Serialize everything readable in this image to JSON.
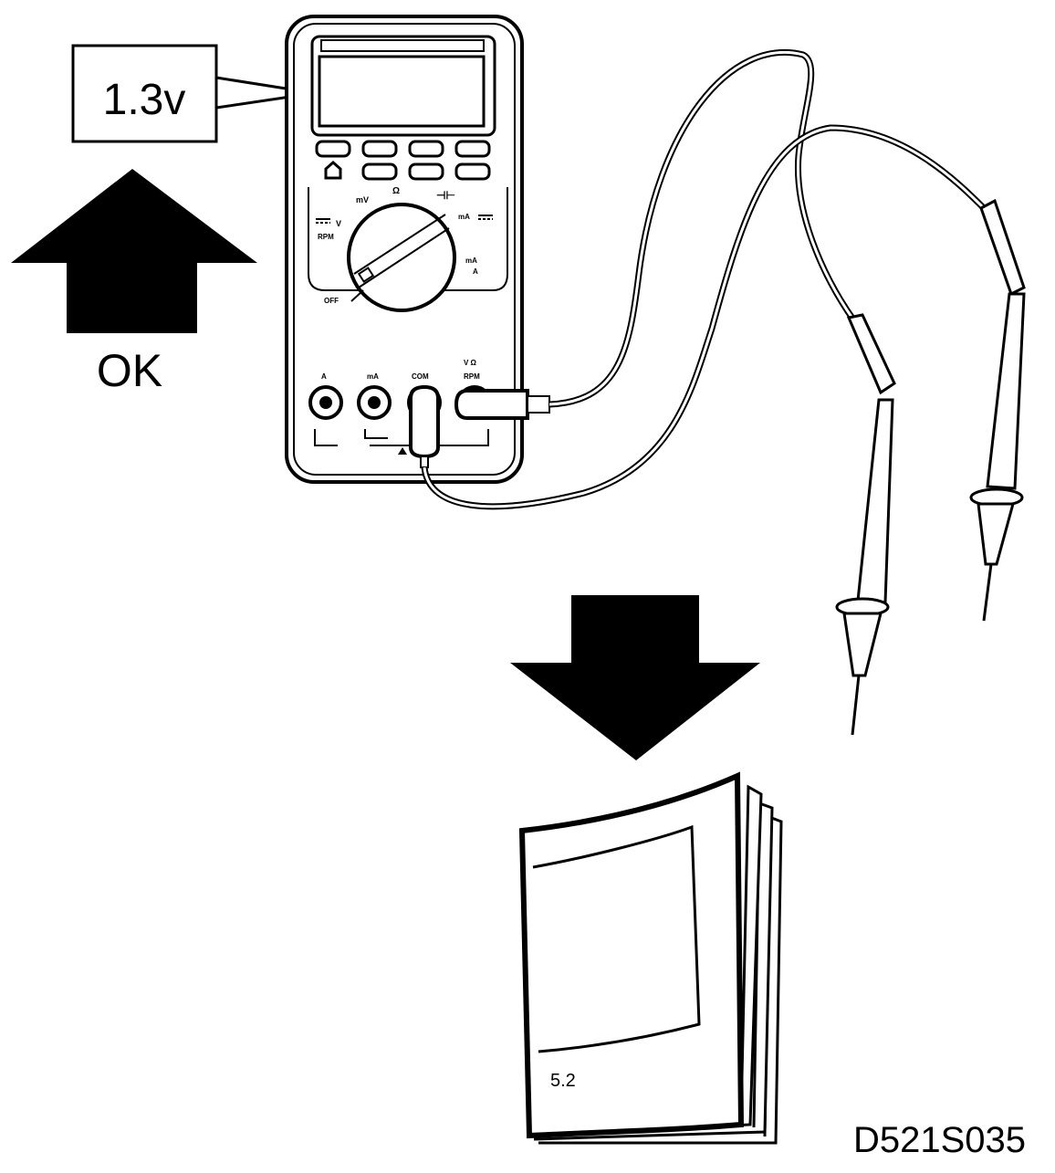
{
  "callout": {
    "reading": "1.3v"
  },
  "ok_label": "OK",
  "meter": {
    "dial_labels": {
      "mv": "mV",
      "ohm": "Ω",
      "diode": "⊣⊢",
      "ma": "mA",
      "v": "V",
      "rpm": "RPM",
      "off": "OFF",
      "ac_a": "mA",
      "a2": "A"
    },
    "jack_labels": {
      "a": "A",
      "ma": "mA",
      "com": "COM",
      "v_ohm": "V Ω",
      "rpm": "RPM"
    }
  },
  "manual": {
    "section": "5.2"
  },
  "figure_code": "D521S035"
}
